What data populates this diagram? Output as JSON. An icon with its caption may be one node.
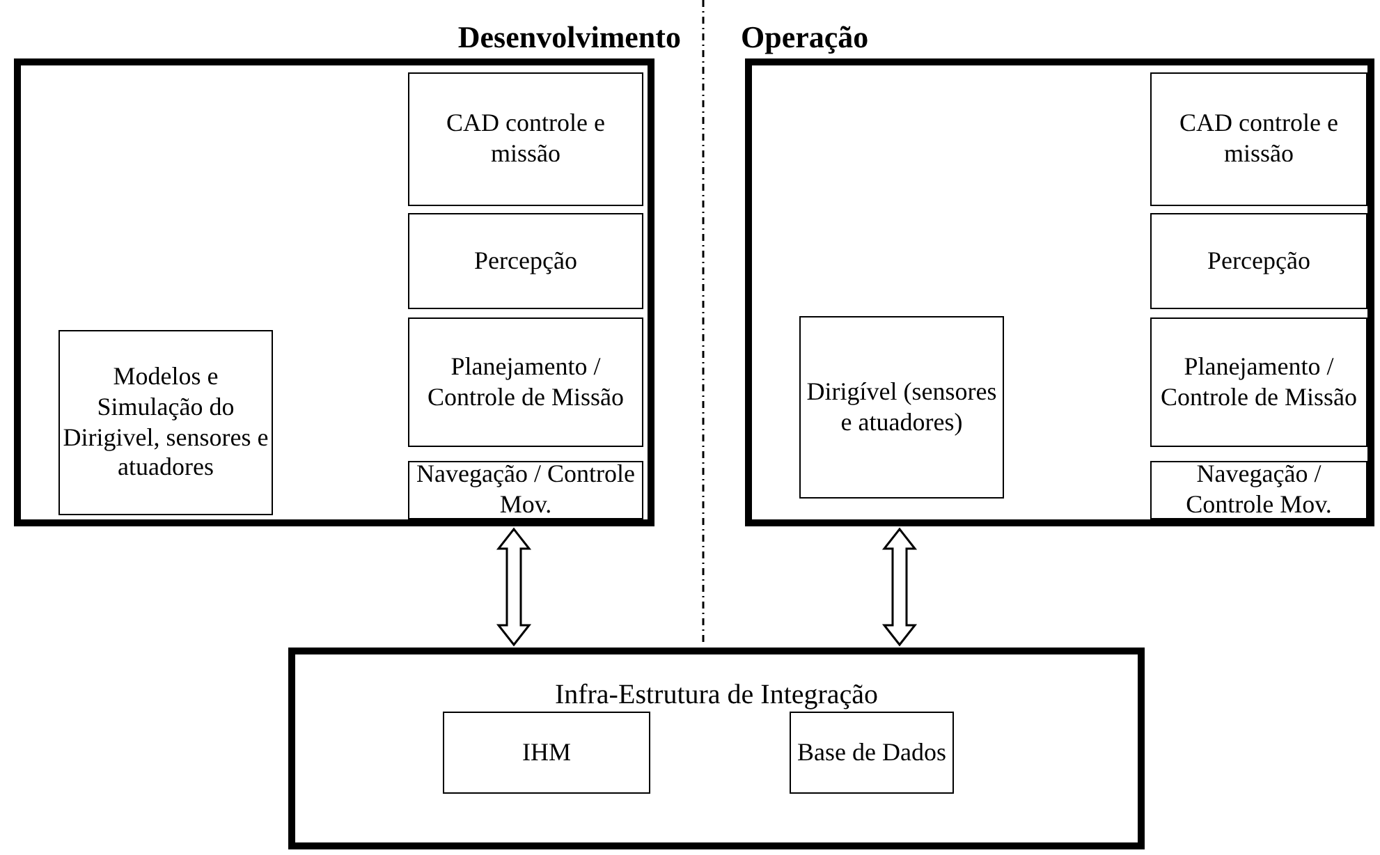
{
  "diagram": {
    "nodes": [
      {
        "text": [
          "Desenvolvimento"
        ]
      },
      {
        "text": [
          "Modelos e Simulação do Dirigivel, sensores e atuadores"
        ],
        "in": 0
      },
      {
        "text": [
          "CAD controle e missão"
        ],
        "in": 0
      },
      {
        "text": [
          "Percepção"
        ],
        "in": 0
      },
      {
        "text": [
          "Planejamento / Controle de Missão"
        ],
        "in": 0
      },
      {
        "text": [
          "Navegação / Controle Mov."
        ],
        "in": 0
      },
      {
        "text": [
          "Operação"
        ]
      },
      {
        "text": [
          "Dirigível (sensores e atuadores)"
        ],
        "in": 6
      },
      {
        "text": [
          "CAD controle e missão"
        ],
        "in": 6
      },
      {
        "text": [
          "Percepção"
        ],
        "in": 6
      },
      {
        "text": [
          "Planejamento / Controle de Missão"
        ],
        "in": 6
      },
      {
        "text": [
          "Navegação / Controle Mov."
        ],
        "in": 6
      },
      {
        "text": [
          "Infra-Estrutura de Integração"
        ]
      },
      {
        "text": [
          "IHM"
        ],
        "in": 12
      },
      {
        "text": [
          "Base de Dados"
        ],
        "in": 12
      }
    ],
    "edges": [
      {
        "from": 0,
        "to": 12,
        "arrow": "both"
      },
      {
        "from": 6,
        "to": 12,
        "arrow": "both"
      }
    ]
  }
}
